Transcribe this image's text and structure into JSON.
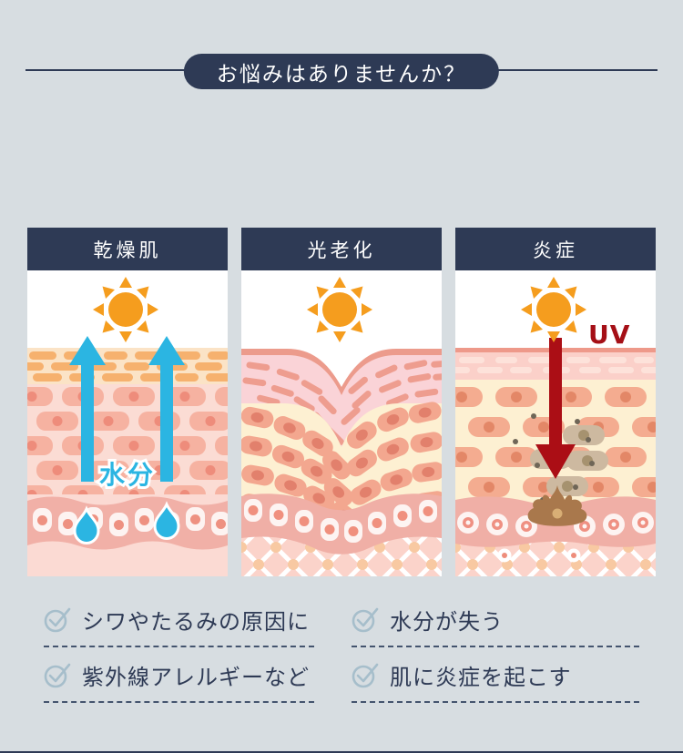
{
  "colors": {
    "background": "#D7DDE1",
    "navy": "#2E3A55",
    "accent_cyan": "#2BB5E2",
    "uv_red": "#A50F16",
    "sun_orange": "#F59D1E",
    "check_icon": "#A6BECB",
    "skin_brick_pink": "#F6B2A1",
    "skin_cream": "#FDF0D2",
    "dermis_pink": "#F0AFA6"
  },
  "header": {
    "title": "お悩みはありませんか？"
  },
  "panels": [
    {
      "label": "乾燥肌",
      "annotation": "水分",
      "icons": [
        "sun-icon",
        "up-arrow-icon",
        "water-drop-icon"
      ]
    },
    {
      "label": "光老化",
      "icons": [
        "sun-icon",
        "wrinkle-shape"
      ]
    },
    {
      "label": "炎症",
      "annotation": "UV",
      "icons": [
        "sun-icon",
        "down-arrow-icon",
        "inflammation-splat"
      ]
    }
  ],
  "checklist": {
    "items": [
      {
        "label": "シワやたるみの原因に"
      },
      {
        "label": "水分が失う"
      },
      {
        "label": "紫外線アレルギーなど"
      },
      {
        "label": "肌に炎症を起こす"
      }
    ]
  }
}
